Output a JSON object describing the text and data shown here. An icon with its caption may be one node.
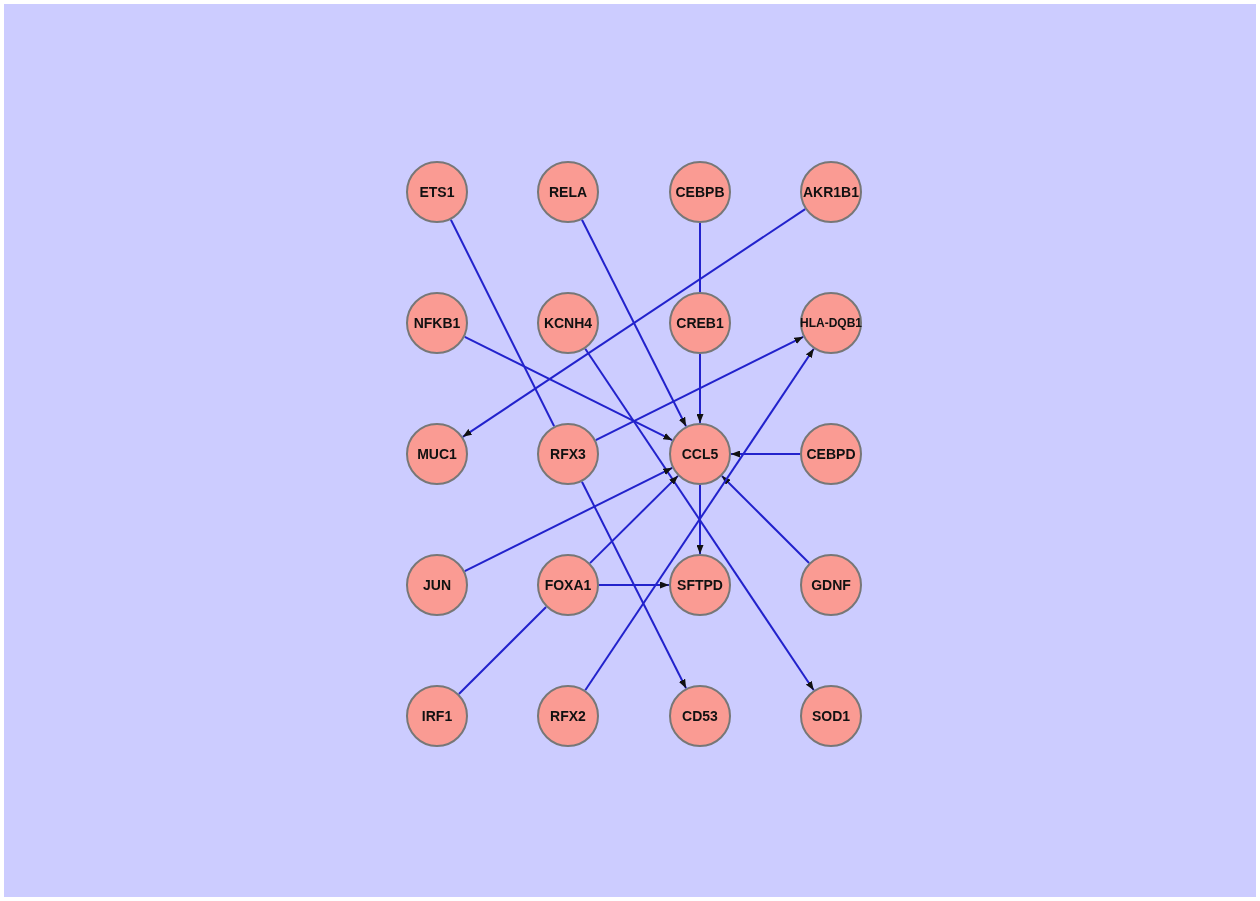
{
  "diagram": {
    "nodes": [
      {
        "text": [
          "ETS1"
        ]
      },
      {
        "text": [
          "RELA"
        ]
      },
      {
        "text": [
          "CEBPB"
        ]
      },
      {
        "text": [
          "AKR1B1"
        ]
      },
      {
        "text": [
          "NFKB1"
        ]
      },
      {
        "text": [
          "KCNH4"
        ]
      },
      {
        "text": [
          "CREB1"
        ]
      },
      {
        "text": [
          "HLA-DQB1"
        ]
      },
      {
        "text": [
          "MUC1"
        ]
      },
      {
        "text": [
          "RFX3"
        ]
      },
      {
        "text": [
          "CCL5"
        ]
      },
      {
        "text": [
          "CEBPD"
        ]
      },
      {
        "text": [
          "JUN"
        ]
      },
      {
        "text": [
          "FOXA1"
        ]
      },
      {
        "text": [
          "SFTPD"
        ]
      },
      {
        "text": [
          "GDNF"
        ]
      },
      {
        "text": [
          "IRF1"
        ]
      },
      {
        "text": [
          "RFX2"
        ]
      },
      {
        "text": [
          "CD53"
        ]
      },
      {
        "text": [
          "SOD1"
        ]
      }
    ],
    "edges": [
      {
        "from": 0,
        "to": 9,
        "arrow": "none"
      },
      {
        "from": 1,
        "to": 10,
        "arrow": "to"
      },
      {
        "from": 2,
        "to": 6,
        "arrow": "none"
      },
      {
        "from": 3,
        "to": 8,
        "arrow": "to"
      },
      {
        "from": 4,
        "to": 10,
        "arrow": "to"
      },
      {
        "from": 5,
        "to": 19,
        "arrow": "to"
      },
      {
        "from": 6,
        "to": 10,
        "arrow": "to"
      },
      {
        "from": 9,
        "to": 7,
        "arrow": "to"
      },
      {
        "from": 11,
        "to": 10,
        "arrow": "to"
      },
      {
        "from": 9,
        "to": 18,
        "arrow": "to"
      },
      {
        "from": 12,
        "to": 10,
        "arrow": "to"
      },
      {
        "from": 13,
        "to": 10,
        "arrow": "to"
      },
      {
        "from": 13,
        "to": 14,
        "arrow": "to"
      },
      {
        "from": 15,
        "to": 10,
        "arrow": "to"
      },
      {
        "from": 16,
        "to": 13,
        "arrow": "none"
      },
      {
        "from": 17,
        "to": 7,
        "arrow": "to"
      },
      {
        "from": 10,
        "to": 14,
        "arrow": "to"
      }
    ]
  }
}
